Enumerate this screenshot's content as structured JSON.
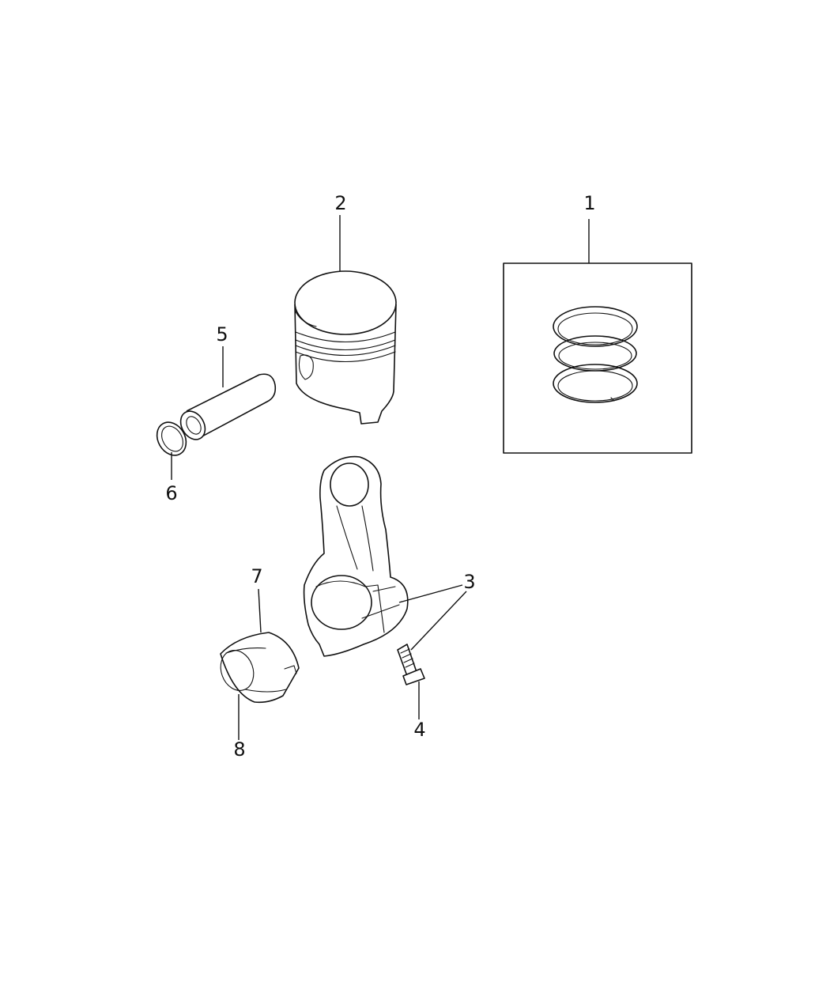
{
  "callouts": {
    "c1": "1",
    "c2": "2",
    "c3": "3",
    "c4": "4",
    "c5": "5",
    "c6": "6",
    "c7": "7",
    "c8": "8"
  },
  "parts": [
    {
      "callout": "1",
      "icon": "piston-ring-set-icon"
    },
    {
      "callout": "2",
      "icon": "piston-icon"
    },
    {
      "callout": "3",
      "icon": "connecting-rod-icon"
    },
    {
      "callout": "4",
      "icon": "bolt-icon"
    },
    {
      "callout": "5",
      "icon": "piston-pin-icon"
    },
    {
      "callout": "6",
      "icon": "retaining-clip-icon"
    },
    {
      "callout": "7",
      "icon": "bearing-upper-icon"
    },
    {
      "callout": "8",
      "icon": "bearing-lower-icon"
    }
  ]
}
